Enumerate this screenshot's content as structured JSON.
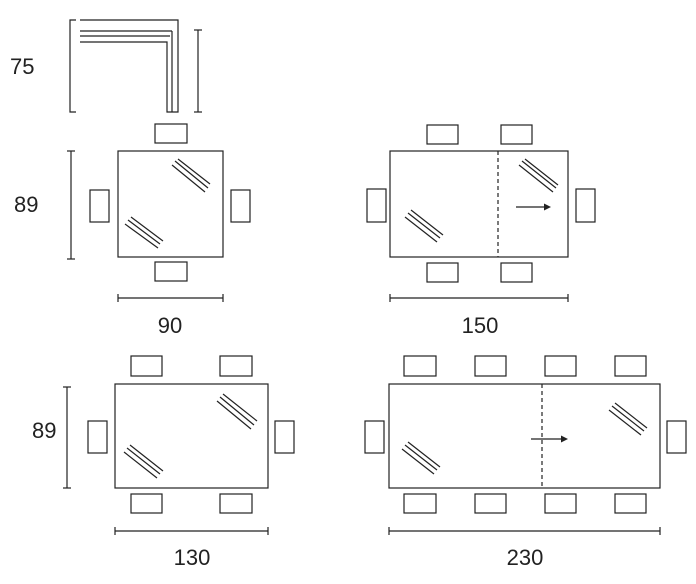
{
  "diagram": {
    "line_color": "#222222",
    "background": "#ffffff",
    "side_view": {
      "height_label": "75"
    },
    "table_90": {
      "width_label": "90",
      "depth_label": "89"
    },
    "table_150": {
      "width_label": "150"
    },
    "table_130": {
      "width_label": "130",
      "depth_label": "89"
    },
    "table_230": {
      "width_label": "230"
    }
  }
}
